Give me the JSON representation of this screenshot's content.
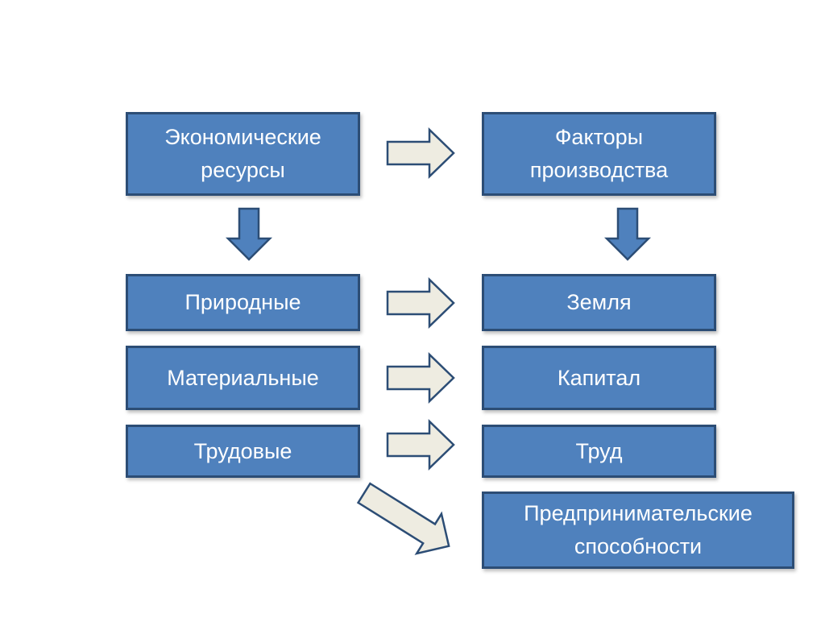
{
  "resources": {
    "economic": "Экономические ресурсы",
    "natural": "Природные",
    "material": "Материальные",
    "labor": "Трудовые"
  },
  "factors": {
    "production": "Факторы производства",
    "land": "Земля",
    "capital": "Капитал",
    "work": "Труд",
    "entrepreneurship": "Предпринимательские способности"
  },
  "colors": {
    "box_fill": "#4f81bd",
    "box_border": "#2c4d75",
    "arrow_right_fill": "#eeece1",
    "arrow_down_fill": "#4f81bd"
  }
}
